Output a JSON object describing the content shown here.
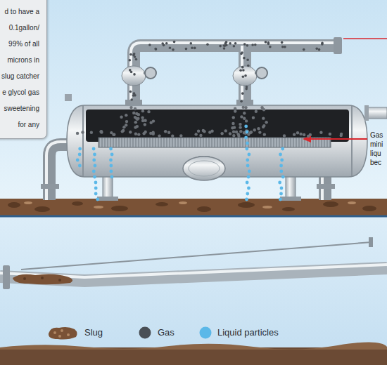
{
  "diagram": {
    "nodes": [
      {
        "text": [
          "d to have a 0.1gallon/ 99% of all microns in slug catcher e glycol gas sweetening for any"
        ]
      }
    ],
    "edges": [],
    "labels": [
      "Gas mini liqu bec"
    ],
    "legend": [
      {
        "text": "Slug",
        "color": "#7a5236"
      },
      {
        "text": "Gas",
        "color": "#4a4f55"
      },
      {
        "text": "Liquid particles",
        "color": "#5bb8e8"
      }
    ]
  }
}
